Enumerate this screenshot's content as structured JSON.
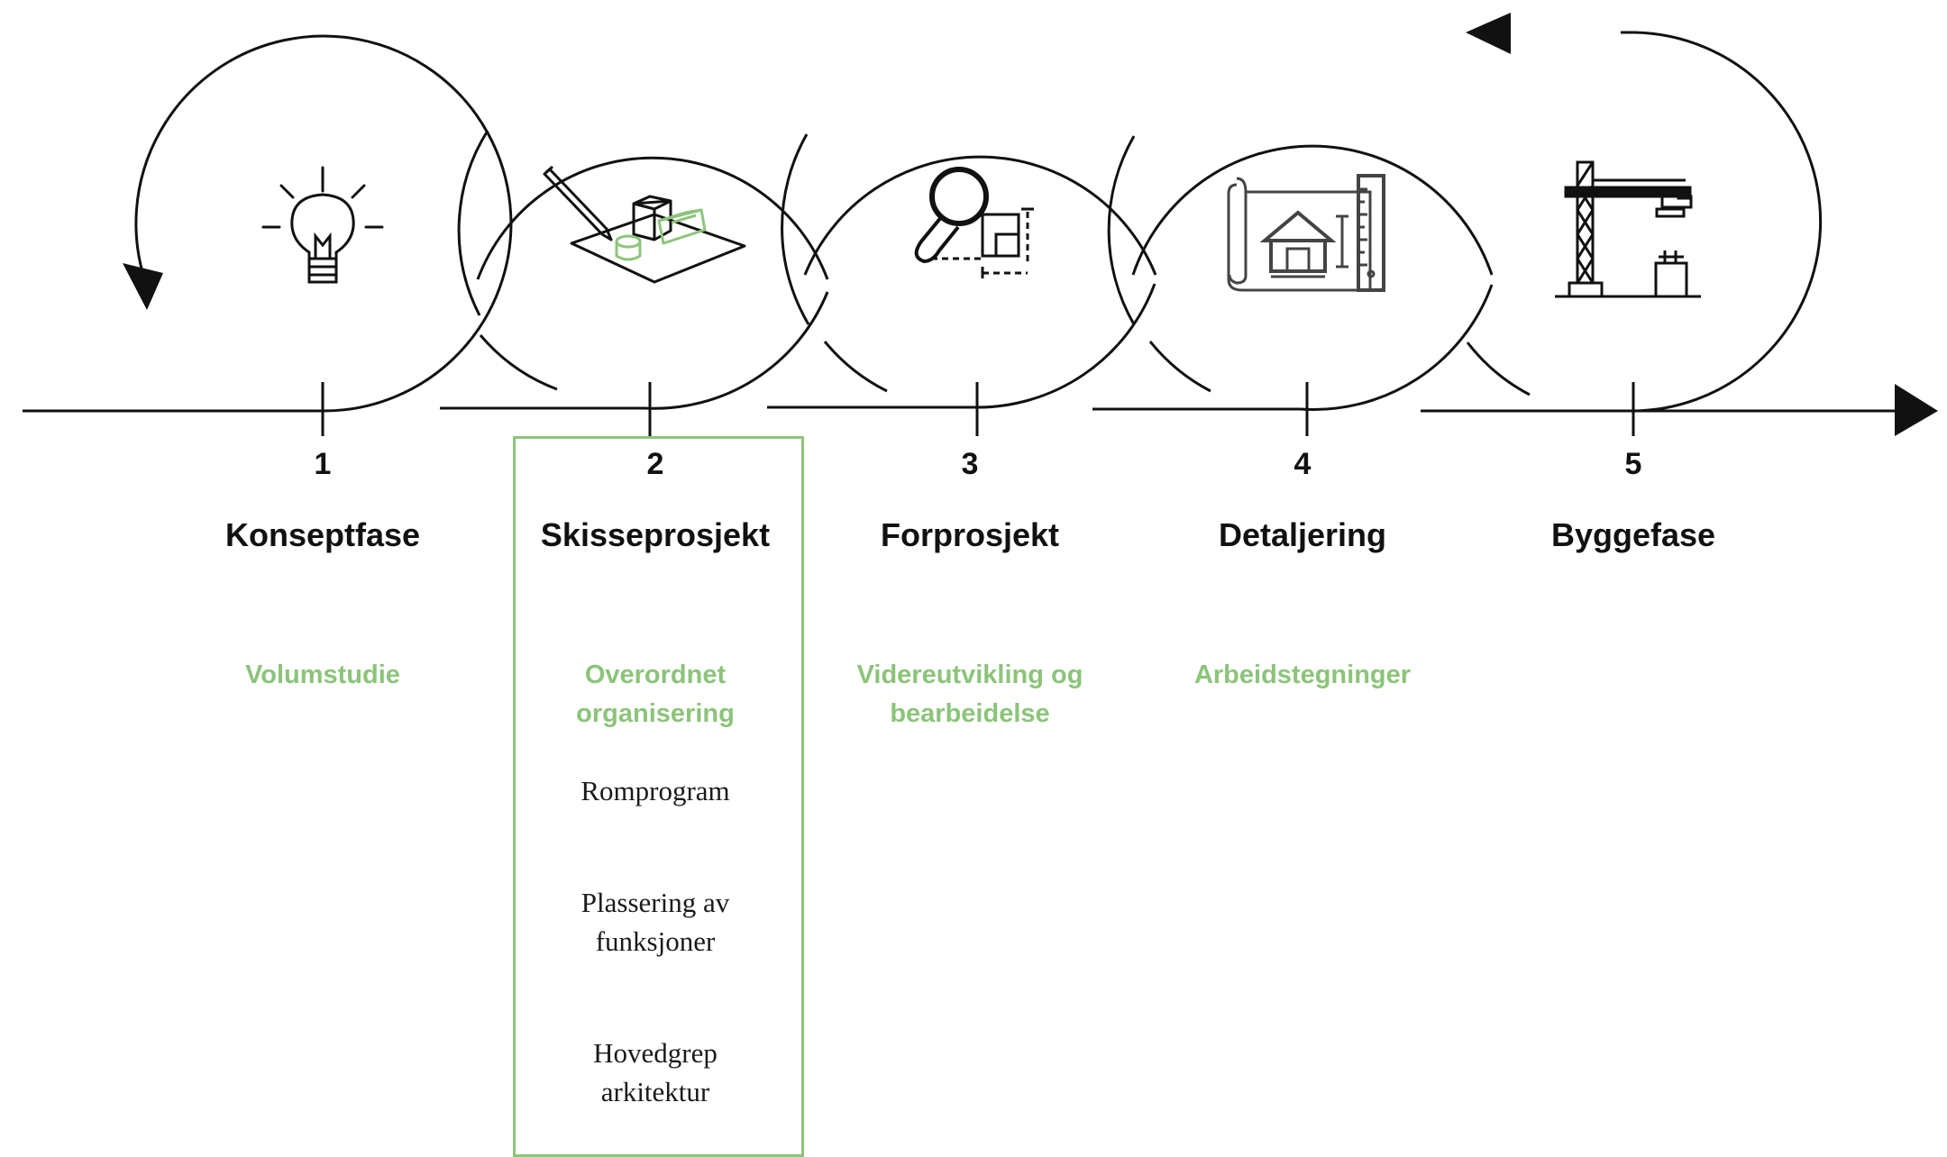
{
  "colors": {
    "line": "#111111",
    "accent_green": "#8cc47a",
    "text": "#111111",
    "detail_text": "#1a1a1a",
    "icon_gray": "#555555"
  },
  "phases": [
    {
      "number": "1",
      "title": "Konseptfase",
      "subtitle": "Volumstudie",
      "icon": "lightbulb-icon"
    },
    {
      "number": "2",
      "title": "Skisseprosjekt",
      "subtitle": "Overordnet\norganisering",
      "icon": "sketch-model-icon",
      "highlighted": true,
      "details": [
        "Romprogram",
        "Plassering av\nfunksjoner",
        "Hovedgrep\narkitektur"
      ]
    },
    {
      "number": "3",
      "title": "Forprosjekt",
      "subtitle": "Videreutvikling og\nbearbeidelse",
      "icon": "magnifier-plan-icon"
    },
    {
      "number": "4",
      "title": "Detaljering",
      "subtitle": "Arbeidstegninger",
      "icon": "blueprint-icon"
    },
    {
      "number": "5",
      "title": "Byggefase",
      "subtitle": "",
      "icon": "crane-icon"
    }
  ]
}
